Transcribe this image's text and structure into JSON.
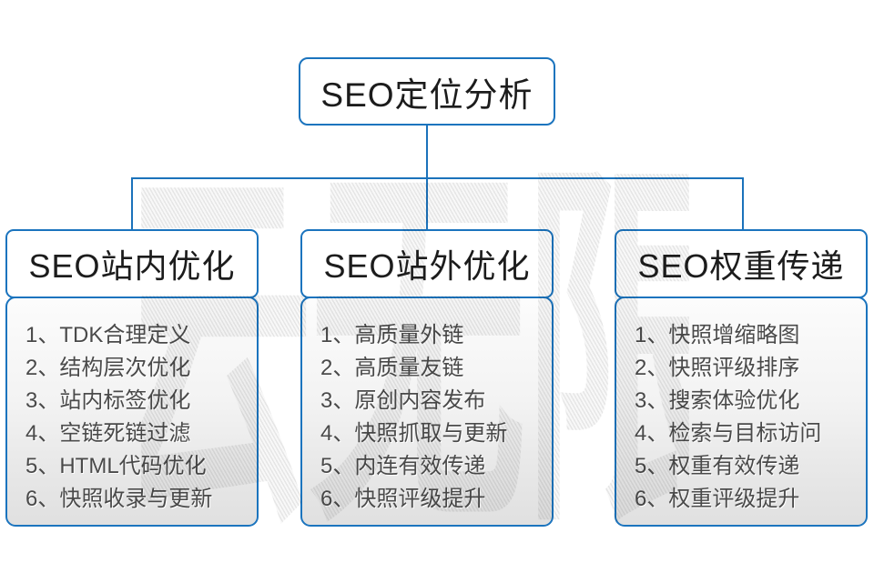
{
  "diagram": {
    "root": {
      "label": "SEO定位分析"
    },
    "columns": [
      {
        "title": "SEO站内优化",
        "items": [
          "1、TDK合理定义",
          "2、结构层次优化",
          "3、站内标签优化",
          "4、空链死链过滤",
          "5、HTML代码优化",
          "6、快照收录与更新"
        ]
      },
      {
        "title": "SEO站外优化",
        "items": [
          "1、高质量外链",
          "2、高质量友链",
          "3、原创内容发布",
          "4、快照抓取与更新",
          "5、内连有效传递",
          "6、快照评级提升"
        ]
      },
      {
        "title": "SEO权重传递",
        "items": [
          "1、快照增缩略图",
          "2、快照评级排序",
          "3、搜索体验优化",
          "4、检索与目标访问",
          "5、权重有效传递",
          "6、权重评级提升"
        ]
      }
    ],
    "watermark": "云无限",
    "colors": {
      "box_border": "#1b74be",
      "connector_line": "#1b72bb",
      "header_text": "#1c1c1c",
      "item_text": "#4a4a4a",
      "list_gradient_top": "#fcfcfc",
      "list_gradient_bottom": "#e0e0e0",
      "background": "#ffffff",
      "watermark_gray": "#e4e4e4"
    }
  }
}
